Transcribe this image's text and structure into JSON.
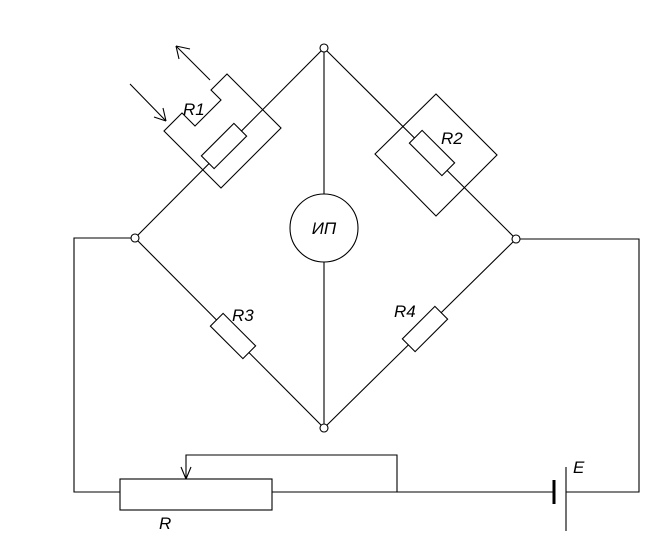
{
  "labels": {
    "r1": "R1",
    "r2": "R2",
    "r3": "R3",
    "r4": "R4",
    "meter": "ИП",
    "rheostat": "R",
    "source": "E"
  }
}
